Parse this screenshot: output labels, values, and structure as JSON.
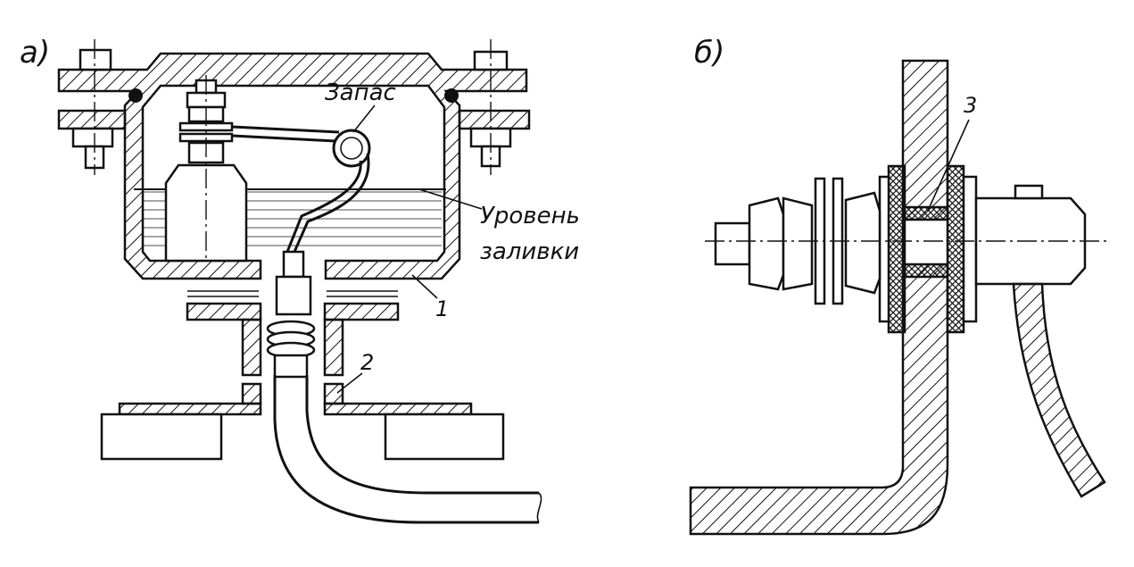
{
  "figure": {
    "panel_a_label": "а)",
    "panel_b_label": "б)",
    "labels": {
      "reserve": "Запас",
      "fill_level_line1": "Уровень",
      "fill_level_line2": "заливки",
      "callout_1": "1",
      "callout_2": "2",
      "callout_3": "3"
    }
  }
}
